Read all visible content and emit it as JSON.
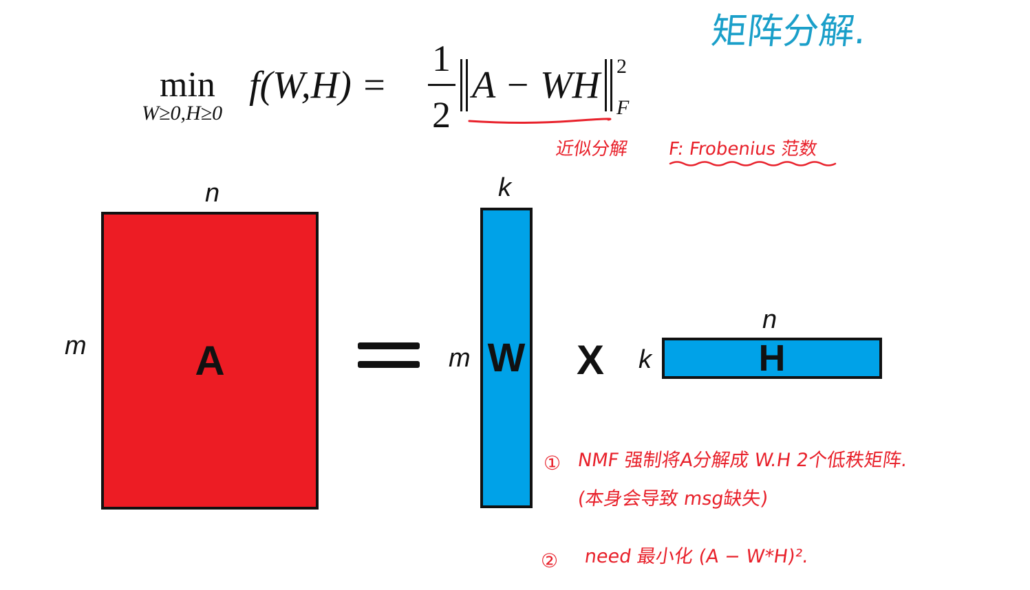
{
  "colors": {
    "matrix_a": "#ed1c24",
    "matrix_w": "#00a2e8",
    "matrix_h": "#00a2e8",
    "ink_red": "#e8202a",
    "ink_blue": "#1a9fc9",
    "ink_black": "#111111"
  },
  "title_note": "矩阵分解.",
  "formula": {
    "min": "min",
    "constraint": "W≥0,H≥0",
    "lhs": "f(W,H) =",
    "frac_num": "1",
    "frac_den": "2",
    "norm_body": "A − WH",
    "exponent": "2",
    "subscript": "F"
  },
  "annotations": {
    "approx": "近似分解",
    "frobenius": "F: Frobenius 范数"
  },
  "matrices": {
    "a": {
      "label": "A",
      "rows": "m",
      "cols": "n"
    },
    "w": {
      "label": "W",
      "rows": "m",
      "cols": "k"
    },
    "h": {
      "label": "H",
      "rows": "k",
      "cols": "n"
    }
  },
  "operators": {
    "equals": "=",
    "times": "X"
  },
  "notes": {
    "n1_marker": "①",
    "n1_text": "NMF 强制将A分解成 W.H 2个低秩矩阵.",
    "n1_paren": "(本身会导致 msg缺失)",
    "n2_marker": "②",
    "n2_text": "need 最小化 (A − W*H)²."
  }
}
